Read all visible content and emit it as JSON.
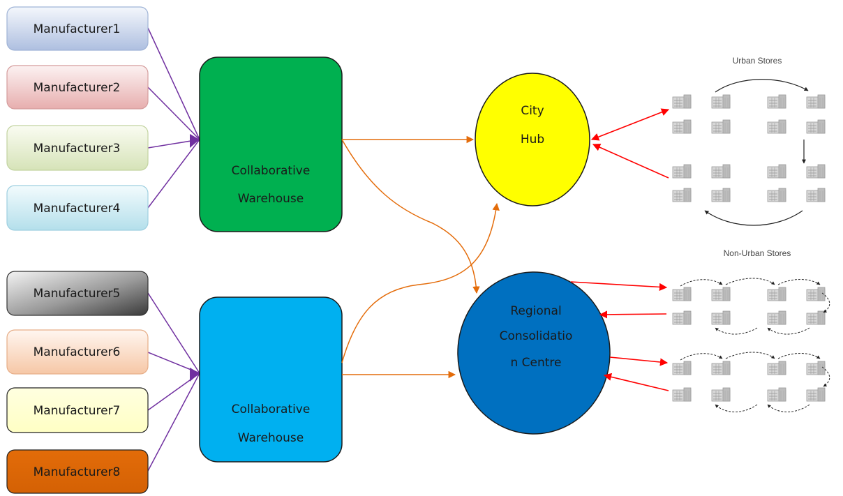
{
  "manufacturers": [
    {
      "label": "Manufacturer1",
      "color_top": "#f4f7fc",
      "color_bottom": "#aebfe0",
      "border": "#9fb3d6"
    },
    {
      "label": "Manufacturer2",
      "color_top": "#fcf2f2",
      "color_bottom": "#e7aeae",
      "border": "#d49c9c"
    },
    {
      "label": "Manufacturer3",
      "color_top": "#fafcf2",
      "color_bottom": "#d6e3b8",
      "border": "#c2d3a0"
    },
    {
      "label": "Manufacturer4",
      "color_top": "#f2fbfd",
      "color_bottom": "#b4dfeb",
      "border": "#9ecfe0"
    },
    {
      "label": "Manufacturer5",
      "color_top": "#f4f4f4",
      "color_bottom": "#555555",
      "border": "#333333"
    },
    {
      "label": "Manufacturer6",
      "color_top": "#fff6f0",
      "color_bottom": "#f6c7a6",
      "border": "#e6ad87"
    },
    {
      "label": "Manufacturer7",
      "color_top": "#ffffe0",
      "color_bottom": "#ffffc4",
      "border": "#222222"
    },
    {
      "label": "Manufacturer8",
      "color_top": "#e36c09",
      "color_bottom": "#d46104",
      "border": "#222222"
    }
  ],
  "warehouses": [
    {
      "line1": "Collaborative",
      "line2": "Warehouse",
      "color": "#00b050"
    },
    {
      "line1": "Collaborative",
      "line2": "Warehouse",
      "color": "#00b0f0"
    }
  ],
  "city_hub": {
    "line1": "City",
    "line2": "Hub",
    "color": "#ffff00"
  },
  "regional_centre": {
    "line1": "Regional",
    "line2": "Consolidatio",
    "line3": "n Centre",
    "color": "#0070c0"
  },
  "urban_stores": {
    "title": "Urban Stores"
  },
  "non_urban_stores": {
    "title": "Non-Urban Stores"
  },
  "colors": {
    "manufacturer_line": "#7030a0",
    "warehouse_flow": "#e46c0a",
    "store_flow": "#ff0000"
  }
}
